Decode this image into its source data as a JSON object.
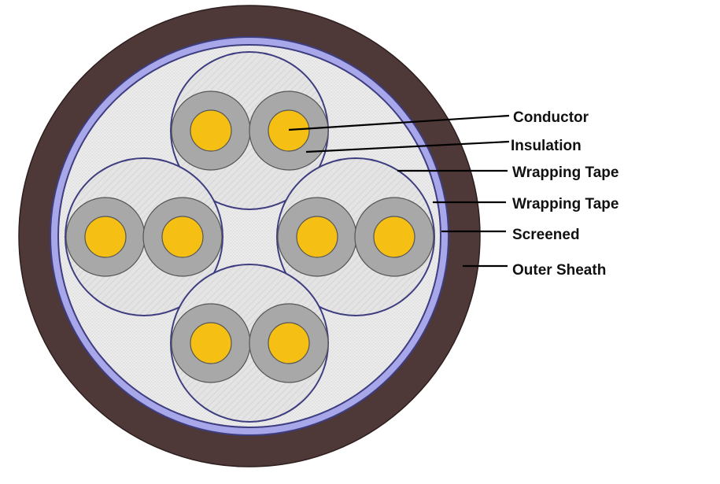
{
  "colors": {
    "outer_sheath": "#4f3838",
    "screen": "#a7a7ea",
    "filler": "#e6e6e6",
    "pair_tape": "#e3e3e3",
    "outline": "#3d3d80",
    "insulation": "#a8a8a8",
    "insulation_edge": "#555555",
    "conductor": "#f5bf14",
    "leader": "#000000"
  },
  "labels": {
    "conductor": "Conductor",
    "insulation": "Insulation",
    "wrapping_tape_inner": "Wrapping Tape",
    "wrapping_tape_outer": "Wrapping Tape",
    "screened": "Screened",
    "outer_sheath": "Outer Sheath"
  },
  "pairs": [
    {
      "position": "top"
    },
    {
      "position": "left"
    },
    {
      "position": "right"
    },
    {
      "position": "bottom"
    }
  ]
}
